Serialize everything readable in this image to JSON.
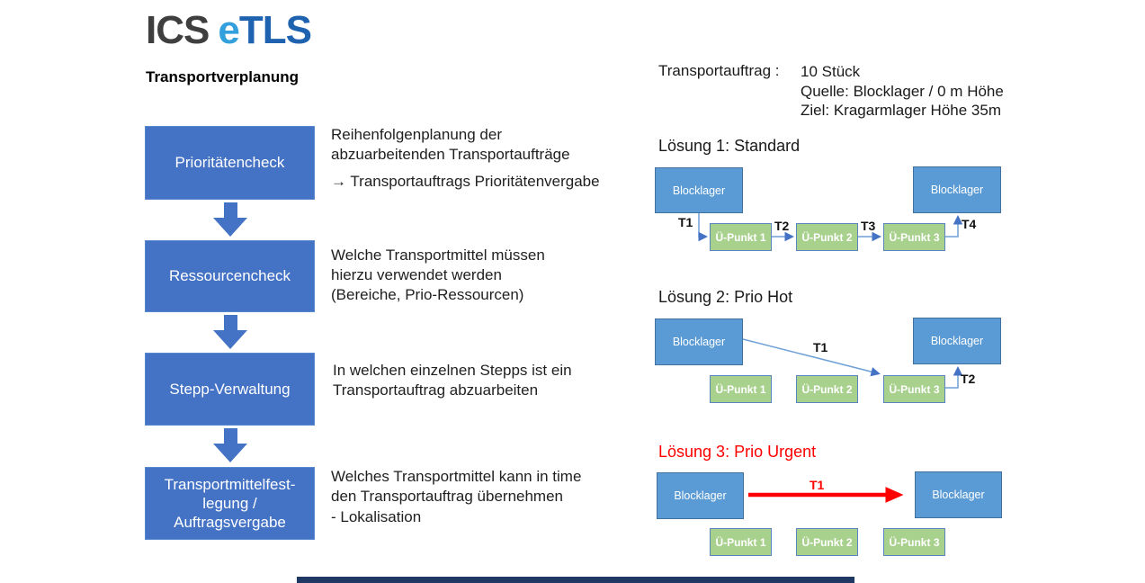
{
  "header": {
    "logo": {
      "part1": "ICS",
      "part2": "e",
      "part3": "TLS"
    },
    "subtitle": "Transportverplanung"
  },
  "flow": {
    "steps": [
      {
        "label": "Prioritätencheck",
        "description": "Reihenfolgenplanung der\nabzuarbeitenden Transportaufträge",
        "note": "→ Transportauftrags Prioritätenvergabe"
      },
      {
        "label": "Ressourcencheck",
        "description": "Welche Transportmittel müssen\nhierzu verwendet werden\n(Bereiche, Prio-Ressourcen)",
        "note": ""
      },
      {
        "label": "Stepp-Verwaltung",
        "description": "In welchen einzelnen Stepps ist ein\nTransportauftrag abzuarbeiten",
        "note": ""
      },
      {
        "label": "Transportmittelfest-\nlegung /\nAuftragsvergabe",
        "description": "Welches Transportmittel kann in time\nden Transportauftrag übernehmen",
        "note": "- Lokalisation"
      }
    ]
  },
  "order": {
    "label": "Transportauftrag :",
    "details": "10 Stück\nQuelle: Blocklager / 0 m Höhe\nZiel: Kragarmlager Höhe 35m"
  },
  "solutions": [
    {
      "title": "Lösung 1: Standard",
      "source": "Blocklager",
      "target": "Blocklager",
      "points": [
        "Ü-Punkt 1",
        "Ü-Punkt 2",
        "Ü-Punkt 3"
      ],
      "t1": "T1",
      "t2": "T2",
      "t3": "T3",
      "t4": "T4"
    },
    {
      "title": "Lösung 2: Prio Hot",
      "source": "Blocklager",
      "target": "Blocklager",
      "points": [
        "Ü-Punkt 1",
        "Ü-Punkt 2",
        "Ü-Punkt 3"
      ],
      "t1": "T1",
      "t2": "T2"
    },
    {
      "title": "Lösung 3: Prio Urgent",
      "source": "Blocklager",
      "target": "Blocklager",
      "points": [
        "Ü-Punkt 1",
        "Ü-Punkt 2",
        "Ü-Punkt 3"
      ],
      "t1": "T1"
    }
  ],
  "colors": {
    "flow_box": "#4472C4",
    "storage_box": "#5B9BD5",
    "storage_border": "#41719C",
    "point_box": "#A9D18E",
    "connector": "#6FA0D8",
    "arrowhead": "#4472C4",
    "urgent_red": "#FF0000",
    "logo_dark": "#3F3F3F",
    "logo_light_blue": "#33A0DE",
    "logo_blue": "#1F63B0",
    "footer_bar": "#1F3864"
  }
}
